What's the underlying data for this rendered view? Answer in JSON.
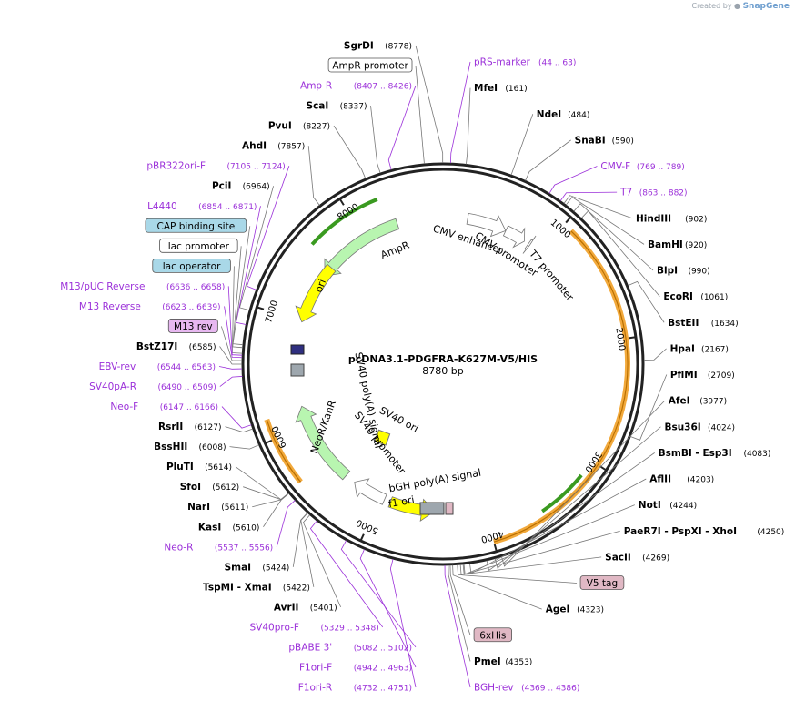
{
  "credit": {
    "prefix": "Created by",
    "brand": "SnapGene"
  },
  "plasmid": {
    "name": "pcDNA3.1-PDGFRA-K627M-V5/HIS",
    "length_label": "8780 bp",
    "length": 8780
  },
  "colors": {
    "enzyme_text": "#000000",
    "primer_text": "#9b30d9",
    "backbone": "#222222",
    "ampr": "#b8f5b0",
    "green_arrow": "#3a9a20",
    "orange_arc": "#f2a93b",
    "ori": "#ffff00",
    "neo": "#b8f5b0",
    "plain_feature": "#ffffff",
    "terminator": "#9ea7ae",
    "tag_fill": "#e0b8c4",
    "label_blue": "#a9d8e8",
    "label_pink": "#e7b8f0",
    "leader": "#555555"
  },
  "tick_labels": [
    "1000",
    "2000",
    "3000",
    "4000",
    "5000",
    "6000",
    "7000",
    "8000"
  ],
  "labels": [
    {
      "kind": "enzyme",
      "name": "SgrDI",
      "num": "(8778)",
      "bp": 8778
    },
    {
      "kind": "primer",
      "name": "pRS-marker",
      "num": "(44 .. 63)",
      "bp": 53
    },
    {
      "kind": "enzyme",
      "name": "MfeI",
      "num": "(161)",
      "bp": 161
    },
    {
      "kind": "enzyme",
      "name": "NdeI",
      "num": "(484)",
      "bp": 484
    },
    {
      "kind": "enzyme",
      "name": "SnaBI",
      "num": "(590)",
      "bp": 590
    },
    {
      "kind": "primer",
      "name": "CMV-F",
      "num": "(769 .. 789)",
      "bp": 779
    },
    {
      "kind": "primer",
      "name": "T7",
      "num": "(863 .. 882)",
      "bp": 872
    },
    {
      "kind": "enzyme",
      "name": "HindIII",
      "num": "(902)",
      "bp": 902
    },
    {
      "kind": "enzyme",
      "name": "BamHI",
      "num": "(920)",
      "bp": 920
    },
    {
      "kind": "enzyme",
      "name": "BlpI",
      "num": "(990)",
      "bp": 990
    },
    {
      "kind": "enzyme",
      "name": "EcoRI",
      "num": "(1061)",
      "bp": 1061
    },
    {
      "kind": "enzyme",
      "name": "BstEII",
      "num": "(1634)",
      "bp": 1634
    },
    {
      "kind": "enzyme",
      "name": "HpaI",
      "num": "(2167)",
      "bp": 2167
    },
    {
      "kind": "enzyme",
      "name": "PflMI",
      "num": "(2709)",
      "bp": 2709
    },
    {
      "kind": "enzyme",
      "name": "AfeI",
      "num": "(3977)",
      "bp": 3977
    },
    {
      "kind": "enzyme",
      "name": "Bsu36I",
      "num": "(4024)",
      "bp": 4024
    },
    {
      "kind": "enzyme",
      "name": "BsmBI - Esp3I",
      "num": "(4083)",
      "bp": 4083
    },
    {
      "kind": "enzyme",
      "name": "AflII",
      "num": "(4203)",
      "bp": 4203
    },
    {
      "kind": "enzyme",
      "name": "NotI",
      "num": "(4244)",
      "bp": 4244
    },
    {
      "kind": "enzyme",
      "name": "PaeR7I - PspXI - XhoI",
      "num": "(4250)",
      "bp": 4250
    },
    {
      "kind": "enzyme",
      "name": "SacII",
      "num": "(4269)",
      "bp": 4269
    },
    {
      "kind": "boxed",
      "name": "V5 tag",
      "num": "",
      "bp": 4290,
      "box": "#e0b8c4"
    },
    {
      "kind": "enzyme",
      "name": "AgeI",
      "num": "(4323)",
      "bp": 4323
    },
    {
      "kind": "boxed",
      "name": "6xHis",
      "num": "",
      "bp": 4340,
      "box": "#e0b8c4"
    },
    {
      "kind": "enzyme",
      "name": "PmeI",
      "num": "(4353)",
      "bp": 4353
    },
    {
      "kind": "primer",
      "name": "BGH-rev",
      "num": "(4369 .. 4386)",
      "bp": 4377
    },
    {
      "kind": "primer",
      "name": "F1ori-R",
      "num": "(4732 .. 4751)",
      "bp": 4741
    },
    {
      "kind": "primer",
      "name": "F1ori-F",
      "num": "(4942 .. 4963)",
      "bp": 4952
    },
    {
      "kind": "primer",
      "name": "pBABE 3'",
      "num": "(5082 .. 5102)",
      "bp": 5092
    },
    {
      "kind": "primer",
      "name": "SV40pro-F",
      "num": "(5329 .. 5348)",
      "bp": 5338
    },
    {
      "kind": "enzyme",
      "name": "AvrII",
      "num": "(5401)",
      "bp": 5401
    },
    {
      "kind": "enzyme",
      "name": "TspMI - XmaI",
      "num": "(5422)",
      "bp": 5422
    },
    {
      "kind": "enzyme",
      "name": "SmaI",
      "num": "(5424)",
      "bp": 5424
    },
    {
      "kind": "primer",
      "name": "Neo-R",
      "num": "(5537 .. 5556)",
      "bp": 5546
    },
    {
      "kind": "enzyme",
      "name": "KasI",
      "num": "(5610)",
      "bp": 5610
    },
    {
      "kind": "enzyme",
      "name": "NarI",
      "num": "(5611)",
      "bp": 5611
    },
    {
      "kind": "enzyme",
      "name": "SfoI",
      "num": "(5612)",
      "bp": 5612
    },
    {
      "kind": "enzyme",
      "name": "PluTI",
      "num": "(5614)",
      "bp": 5614
    },
    {
      "kind": "enzyme",
      "name": "BssHII",
      "num": "(6008)",
      "bp": 6008
    },
    {
      "kind": "enzyme",
      "name": "RsrII",
      "num": "(6127)",
      "bp": 6127
    },
    {
      "kind": "primer",
      "name": "Neo-F",
      "num": "(6147 .. 6166)",
      "bp": 6156
    },
    {
      "kind": "primer",
      "name": "SV40pA-R",
      "num": "(6490 .. 6509)",
      "bp": 6500
    },
    {
      "kind": "primer",
      "name": "EBV-rev",
      "num": "(6544 .. 6563)",
      "bp": 6553
    },
    {
      "kind": "enzyme",
      "name": "BstZ17I",
      "num": "(6585)",
      "bp": 6585
    },
    {
      "kind": "boxed",
      "name": "M13 rev",
      "num": "",
      "bp": 6610,
      "box": "#e7b8f0"
    },
    {
      "kind": "primer",
      "name": "M13 Reverse",
      "num": "(6623 .. 6639)",
      "bp": 6631
    },
    {
      "kind": "boxed",
      "name": "lac operator",
      "num": "",
      "bp": 6660,
      "box": "#a9d8e8"
    },
    {
      "kind": "primer",
      "name": "M13/pUC Reverse",
      "num": "(6636 .. 6658)",
      "bp": 6647
    },
    {
      "kind": "boxed",
      "name": "lac promoter",
      "num": "",
      "bp": 6700,
      "box": "#ffffff"
    },
    {
      "kind": "boxed",
      "name": "CAP binding site",
      "num": "",
      "bp": 6720,
      "box": "#a9d8e8"
    },
    {
      "kind": "primer",
      "name": "L4440",
      "num": "(6854 .. 6871)",
      "bp": 6862
    },
    {
      "kind": "enzyme",
      "name": "PciI",
      "num": "(6964)",
      "bp": 6964
    },
    {
      "kind": "primer",
      "name": "pBR322ori-F",
      "num": "(7105 .. 7124)",
      "bp": 7114
    },
    {
      "kind": "enzyme",
      "name": "AhdI",
      "num": "(7857)",
      "bp": 7857
    },
    {
      "kind": "enzyme",
      "name": "PvuI",
      "num": "(8227)",
      "bp": 8227
    },
    {
      "kind": "enzyme",
      "name": "ScaI",
      "num": "(8337)",
      "bp": 8337
    },
    {
      "kind": "primer",
      "name": "Amp-R",
      "num": "(8407 .. 8426)",
      "bp": 8416
    },
    {
      "kind": "boxed",
      "name": "AmpR promoter",
      "num": "",
      "bp": 8650,
      "box": "#ffffff"
    }
  ],
  "features": [
    {
      "name": "CMV enhancer",
      "start": 235,
      "end": 614,
      "dir": 1,
      "fill": "#ffffff"
    },
    {
      "name": "CMV promoter",
      "start": 615,
      "end": 818,
      "dir": 1,
      "fill": "#ffffff"
    },
    {
      "name": "T7 promoter",
      "start": 863,
      "end": 881,
      "dir": 1,
      "fill": "#ffffff"
    },
    {
      "name": "AmpR",
      "start": 7480,
      "end": 8340,
      "dir": -1,
      "fill": "#b8f5b0"
    },
    {
      "name": "ori",
      "start": 6990,
      "end": 7580,
      "dir": -1,
      "fill": "#ffff00"
    },
    {
      "name": "f1 ori",
      "start": 4470,
      "end": 4900,
      "dir": -1,
      "fill": "#ffff00"
    },
    {
      "name": "SV40 promoter",
      "start": 4960,
      "end": 5290,
      "dir": 1,
      "fill": "#ffffff"
    },
    {
      "name": "NeoR/KanR",
      "start": 5390,
      "end": 6180,
      "dir": 1,
      "fill": "#b8f5b0"
    }
  ],
  "feature_labels": [
    "AmpR",
    "ori",
    "CMV enhancer",
    "CMV promoter",
    "T7 promoter",
    "SV40 poly(A) signal",
    "NeoR/KanR",
    "SV40 promoter",
    "SV40 ori",
    "bGH poly(A) signal",
    "f1 ori"
  ]
}
